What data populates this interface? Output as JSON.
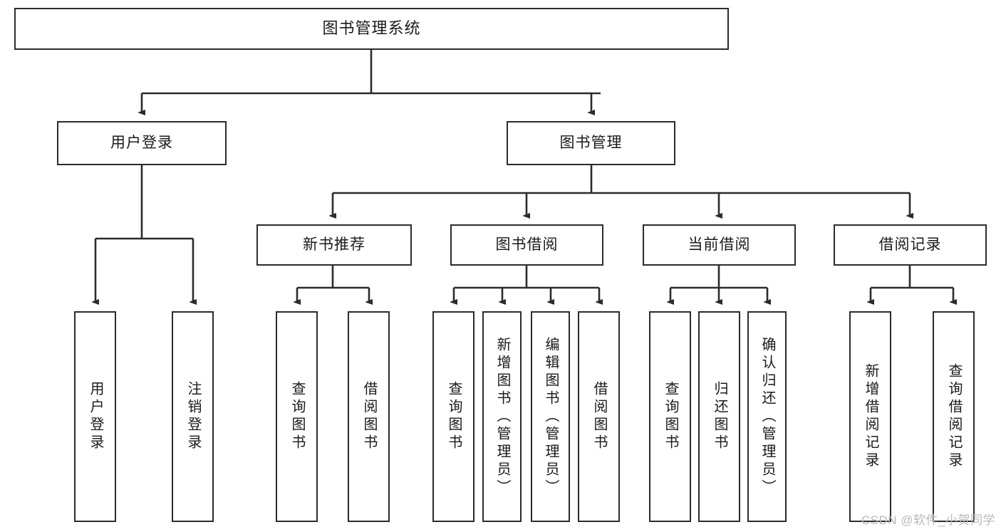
{
  "diagram": {
    "title": "图书管理系统",
    "type": "hierarchy-tree",
    "background_color": "#ffffff",
    "line_color": "#2b2b2b",
    "text_color": "#1a1a1a"
  },
  "root": {
    "label": "图书管理系统"
  },
  "level1": [
    {
      "id": "user-login",
      "label": "用户登录"
    },
    {
      "id": "book-management",
      "label": "图书管理"
    }
  ],
  "level2": [
    {
      "id": "new-book-recommend",
      "label": "新书推荐",
      "parent": "book-management"
    },
    {
      "id": "book-borrow",
      "label": "图书借阅",
      "parent": "book-management"
    },
    {
      "id": "current-borrow",
      "label": "当前借阅",
      "parent": "book-management"
    },
    {
      "id": "borrow-record",
      "label": "借阅记录",
      "parent": "book-management"
    }
  ],
  "leaves": {
    "user_login": [
      {
        "id": "leaf-user-login",
        "label": "用户登录"
      },
      {
        "id": "leaf-user-logout",
        "label": "注销登录"
      }
    ],
    "new_book_recommend": [
      {
        "id": "leaf-query-book-1",
        "label": "查询图书"
      },
      {
        "id": "leaf-borrow-book-1",
        "label": "借阅图书"
      }
    ],
    "book_borrow": [
      {
        "id": "leaf-query-book-2",
        "label": "查询图书"
      },
      {
        "id": "leaf-add-book",
        "label": "新增图书（管理员）"
      },
      {
        "id": "leaf-edit-book",
        "label": "编辑图书（管理员）"
      },
      {
        "id": "leaf-borrow-book-2",
        "label": "借阅图书"
      }
    ],
    "current_borrow": [
      {
        "id": "leaf-query-book-3",
        "label": "查询图书"
      },
      {
        "id": "leaf-return-book",
        "label": "归还图书"
      },
      {
        "id": "leaf-confirm-return",
        "label": "确认归还（管理员）"
      }
    ],
    "borrow_record": [
      {
        "id": "leaf-add-record",
        "label": "新增借阅记录"
      },
      {
        "id": "leaf-query-record",
        "label": "查询借阅记录"
      }
    ]
  },
  "watermark": {
    "text": "CSDN @软件_小贺同学"
  }
}
